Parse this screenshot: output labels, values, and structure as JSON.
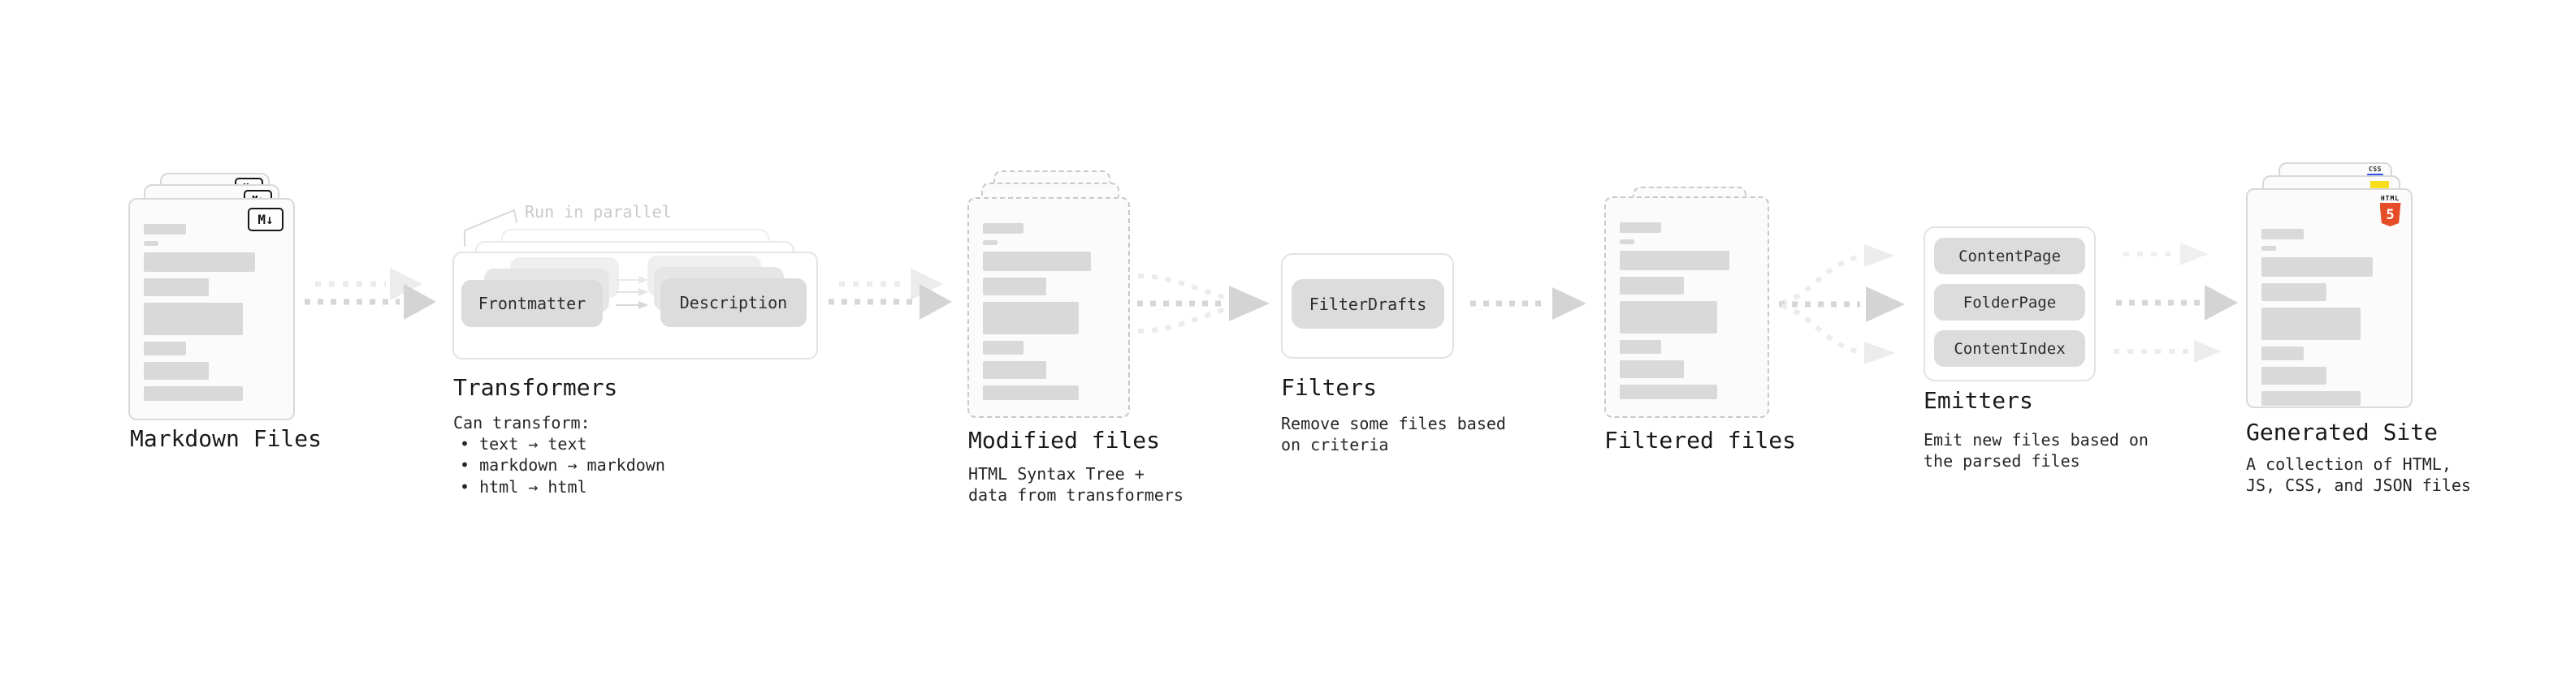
{
  "stages": {
    "markdown_files": {
      "title": "Markdown Files",
      "badge": "M↓"
    },
    "transformers": {
      "title": "Transformers",
      "annotation": "Run in parallel",
      "left_node": "Frontmatter",
      "right_node": "Description",
      "desc_heading": "Can transform:",
      "bullets": [
        "• text → text",
        "• markdown → markdown",
        "• html → html"
      ]
    },
    "modified_files": {
      "title": "Modified files",
      "desc": [
        "HTML Syntax Tree +",
        "data from transformers"
      ]
    },
    "filters": {
      "title": "Filters",
      "node": "FilterDrafts",
      "desc": [
        "Remove some files based",
        "on criteria"
      ]
    },
    "filtered_files": {
      "title": "Filtered files"
    },
    "emitters": {
      "title": "Emitters",
      "nodes": [
        "ContentPage",
        "FolderPage",
        "ContentIndex"
      ],
      "desc": [
        "Emit new files based on",
        "the parsed files"
      ]
    },
    "generated_site": {
      "title": "Generated Site",
      "css_badge": "CSS",
      "html_badge_label": "HTML",
      "html_badge_number": "5",
      "desc": [
        "A collection of HTML,",
        "JS, CSS, and JSON files"
      ]
    }
  },
  "colors": {
    "html5_orange": "#e44d26",
    "js_yellow": "#f7df1e",
    "css_blue": "#2d53e5",
    "arrow_dark": "#d4d4d4",
    "arrow_ghost": "#ececec",
    "card_border": "#d9d9d9",
    "bar_fill": "#d9d9d9"
  }
}
